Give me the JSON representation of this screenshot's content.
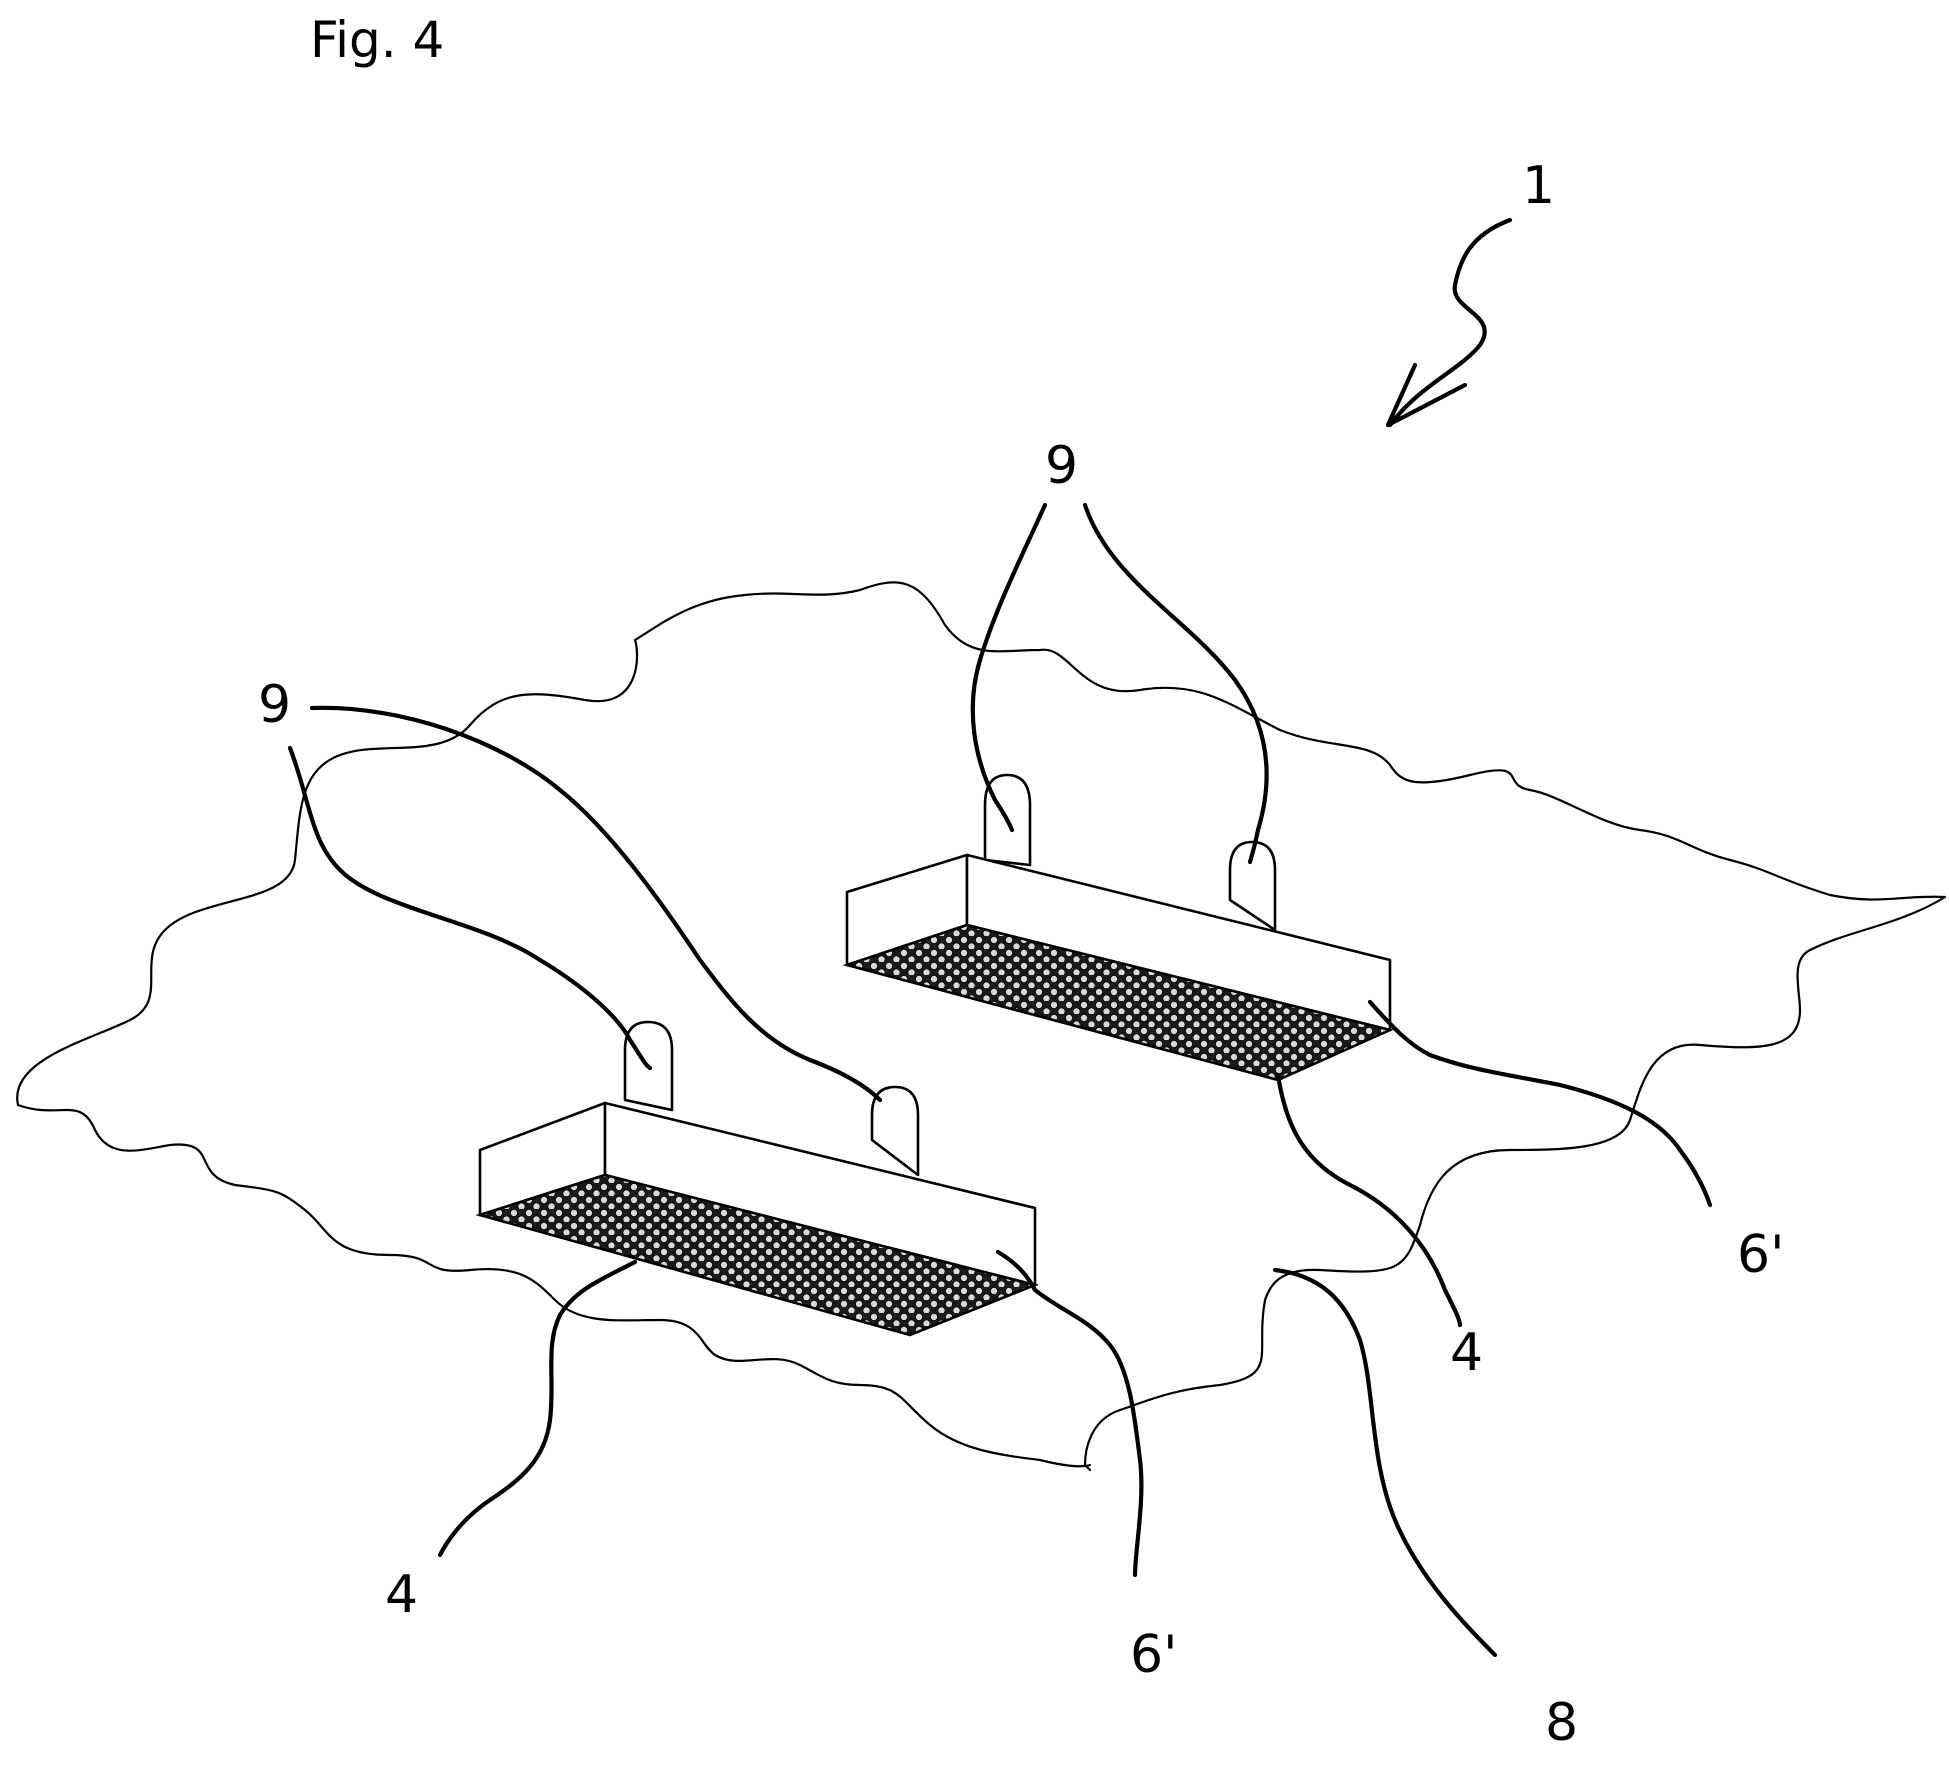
{
  "figure": {
    "title": "Fig. 4",
    "labels": {
      "device": "1",
      "pin_upper": "9",
      "pin_lower": "9",
      "plate_upper": "4",
      "plate_lower": "4",
      "edge_upper": "6'",
      "edge_lower": "6'",
      "surface": "8"
    }
  }
}
